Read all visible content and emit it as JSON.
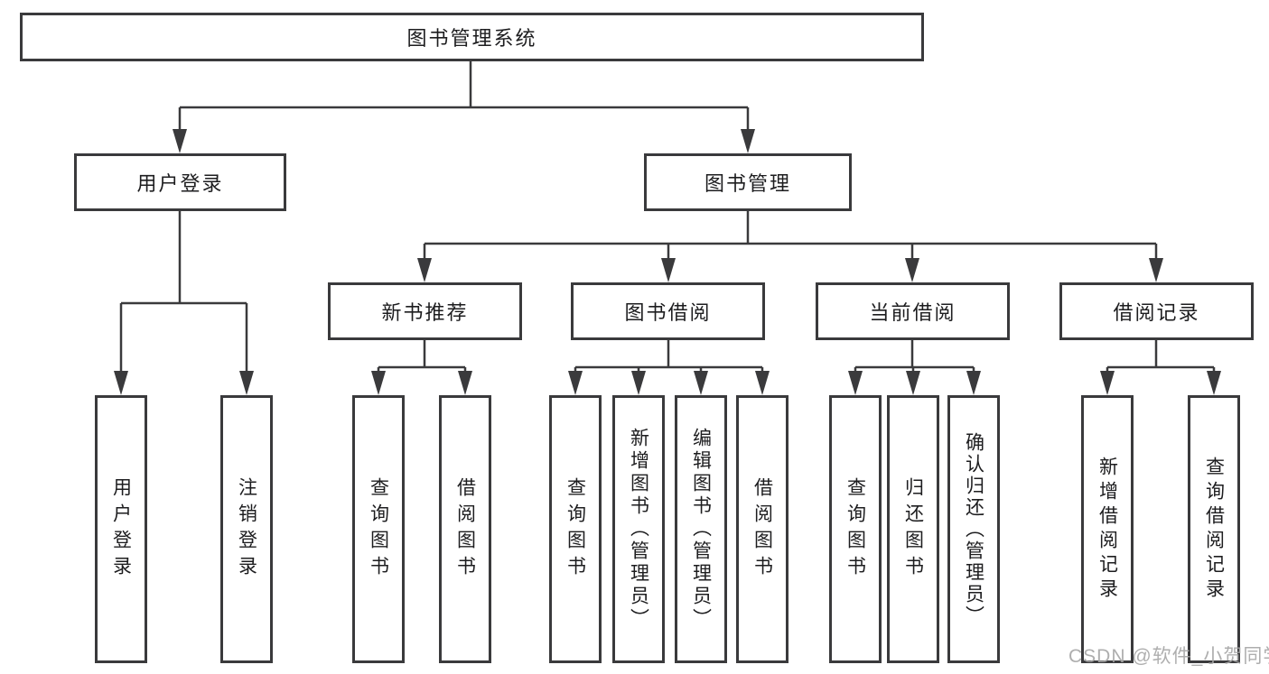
{
  "colors": {
    "line": "#3a3a3c",
    "text": "#1d1d1f",
    "background": "#ffffff",
    "watermark": "#a6a6a6"
  },
  "watermark": {
    "text": "CSDN @软件_小贺同学"
  },
  "tree": {
    "root": {
      "label": "图书管理系统"
    },
    "branches": [
      {
        "label": "用户登录",
        "children": [
          {
            "label": "用户登录"
          },
          {
            "label": "注销登录"
          }
        ]
      },
      {
        "label": "图书管理",
        "children": [
          {
            "label": "新书推荐",
            "children": [
              {
                "label": "查询图书"
              },
              {
                "label": "借阅图书"
              }
            ]
          },
          {
            "label": "图书借阅",
            "children": [
              {
                "label": "查询图书"
              },
              {
                "label": "新增图书（管理员）"
              },
              {
                "label": "编辑图书（管理员）"
              },
              {
                "label": "借阅图书"
              }
            ]
          },
          {
            "label": "当前借阅",
            "children": [
              {
                "label": "查询图书"
              },
              {
                "label": "归还图书"
              },
              {
                "label": "确认归还（管理员）"
              }
            ]
          },
          {
            "label": "借阅记录",
            "children": [
              {
                "label": "新增借阅记录"
              },
              {
                "label": "查询借阅记录"
              }
            ]
          }
        ]
      }
    ]
  }
}
